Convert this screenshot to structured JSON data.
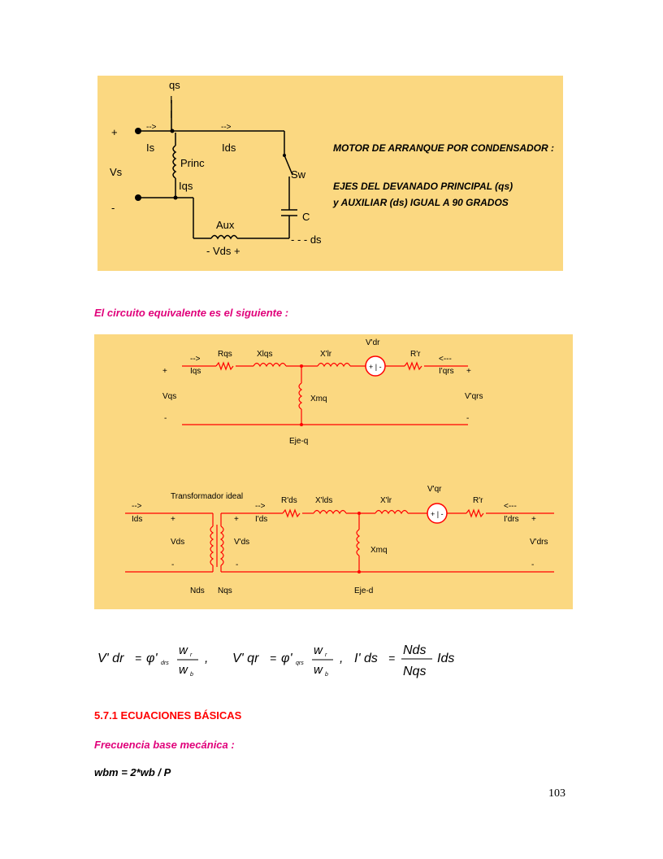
{
  "figure1": {
    "labels": {
      "qs": "qs",
      "qs_bar1": "I",
      "qs_bar2": "I",
      "arrow_is": "-->",
      "arrow_ids": "-->",
      "plus": "+",
      "minus": "-",
      "vs": "Vs",
      "is": "Is",
      "ids": "Ids",
      "princ": "Princ",
      "iqs": "Iqs",
      "sw": "Sw",
      "c": "C",
      "aux": "Aux",
      "ds": "- - - ds",
      "vds": "-  Vds  +"
    },
    "title_lines": [
      "MOTOR DE ARRANQUE POR CONDENSADOR :",
      "EJES DEL DEVANADO PRINCIPAL (qs)",
      "y AUXILIAR (ds) IGUAL A  90 GRADOS"
    ]
  },
  "caption": "El circuito equivalente es el siguiente :",
  "figure2": {
    "top": {
      "arrow_left": "-->",
      "iqs": "Iqs",
      "rqs": "Rqs",
      "xlqs": "Xlqs",
      "xlr": "X'lr",
      "vdr": "V'dr",
      "rr": "R'r",
      "arrow_right": "<---",
      "iqrs": "I'qrs",
      "plus_left": "+",
      "plus_right": "+",
      "vqs": "Vqs",
      "vqrs": "V'qrs",
      "minus_left": "-",
      "minus_right": "-",
      "xmq": "Xmq",
      "axis": "Eje-q",
      "source": "+ | -"
    },
    "bottom": {
      "transformer": "Transformador ideal",
      "arrow_left": "-->",
      "ids": "Ids",
      "plus_1": "+",
      "plus_2": "+",
      "ipds": "I'ds",
      "rds": "R'ds",
      "xlds": "X'lds",
      "xlr": "X'lr",
      "vqr": "V'qr",
      "rr": "R'r",
      "arrow_right": "<---",
      "idrs": "I'drs",
      "plus_right": "+",
      "vds": "Vds",
      "vpds": "V'ds",
      "vdrs": "V'drs",
      "minus_1": "-",
      "minus_2": "-",
      "minus_right": "-",
      "xmq": "Xmq",
      "nds": "Nds",
      "nqs": "Nqs",
      "axis": "Eje-d",
      "source": "+ | -"
    }
  },
  "equations": {
    "vdr_lhs": "V' dr",
    "eq": "=",
    "phi": "φ'",
    "sub_drs": "drs",
    "wr": "w",
    "r": "r",
    "wb": "w",
    "b": "b",
    "comma": ",",
    "vqr_lhs": "V' qr",
    "sub_qrs": "qrs",
    "ids_lhs": "I' ds",
    "nds": "Nds",
    "nqs": "Nqs",
    "ids": "Ids"
  },
  "heading": "5.7.1    ECUACIONES BÁSICAS",
  "subheading": "Frecuencia base mecánica :",
  "formula": "wbm = 2*wb / P",
  "page_number": "103",
  "colors": {
    "panel": "#fbd881",
    "wire": "#ff0000",
    "magenta": "#e0007a",
    "heading": "#ff0000"
  }
}
